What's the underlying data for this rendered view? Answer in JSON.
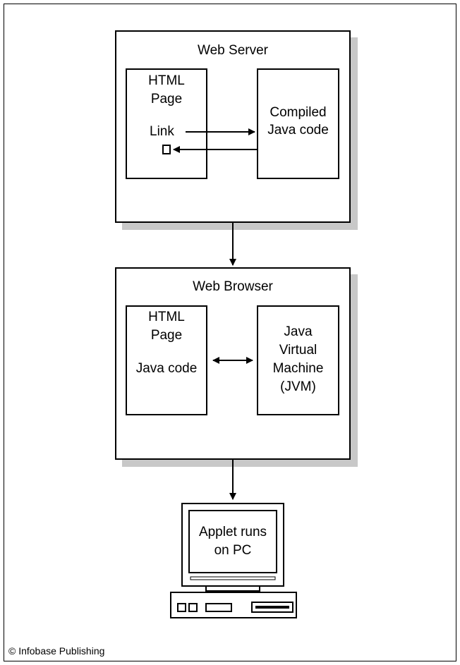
{
  "server": {
    "title": "Web Server",
    "html_page": [
      "HTML",
      "Page"
    ],
    "link": "Link",
    "compiled": [
      "Compiled",
      "Java code"
    ]
  },
  "browser": {
    "title": "Web Browser",
    "html_page": [
      "HTML",
      "Page"
    ],
    "java_code": "Java code",
    "jvm": [
      "Java",
      "Virtual",
      "Machine",
      "(JVM)"
    ]
  },
  "pc": {
    "screen_text": [
      "Applet runs",
      "on PC"
    ]
  },
  "credit": "© Infobase Publishing"
}
